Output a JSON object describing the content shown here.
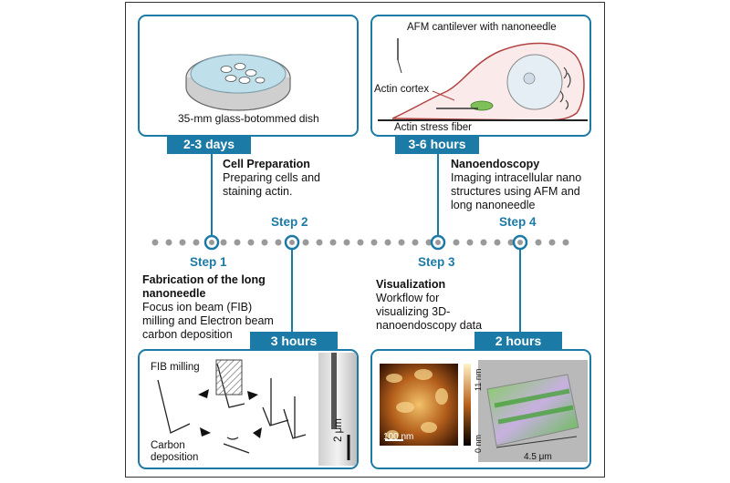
{
  "stages": [
    {
      "step": "Step 1",
      "duration": "2-3 days",
      "title": "Cell Preparation",
      "description": "Preparing cells and staining actin.",
      "panel_caption": "35-mm glass-botommed dish"
    },
    {
      "step": "Step 2",
      "duration": "3 hours",
      "title": "Fabrication of the long nanoneedle",
      "description": "Focus ion beam (FIB) milling and Electron beam carbon deposition",
      "panel_labels": {
        "fib": "FIB milling",
        "carbon": "Carbon deposition",
        "scale": "2 μm"
      }
    },
    {
      "step": "Step 3",
      "duration": "3-6 hours",
      "title": "Nanoendoscopy",
      "description": "Imaging intracellular nano structures using AFM and long nanoneedle",
      "panel_labels": {
        "cantilever": "AFM cantilever with nanoneedle",
        "cortex": "Actin cortex",
        "fiber": "Actin stress fiber"
      }
    },
    {
      "step": "Step 4",
      "duration": "2 hours",
      "title": "Visualization",
      "description": "Workflow for visualizing 3D-nanoendoscopy data",
      "panel_labels": {
        "scale": "100 nm",
        "cbar_top": "11 nm",
        "cbar_bottom": "0 nm",
        "width": "4.5 μm"
      }
    }
  ],
  "colors": {
    "accent": "#1c7aa6",
    "timeline_dot": "#9a9a9a"
  }
}
